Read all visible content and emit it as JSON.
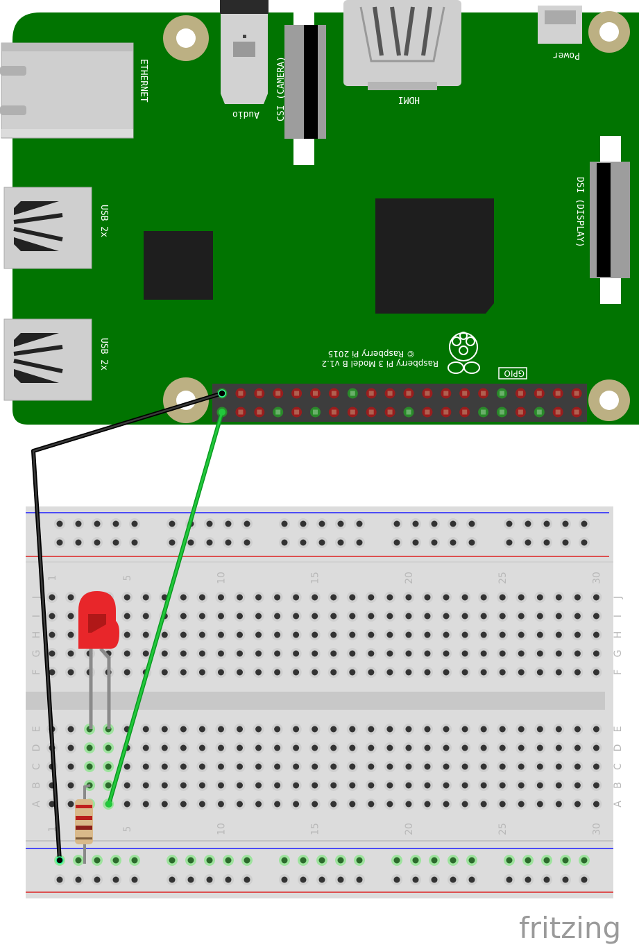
{
  "pi": {
    "model_line1": "Raspberry Pi 3 Model B v1.2",
    "model_line2": "© Raspberry Pi 2015",
    "labels": {
      "ethernet": "ETHERNET",
      "audio": "Audio",
      "csi": "CSI (CAMERA)",
      "hdmi": "HDMI",
      "power": "Power",
      "dsi": "DSI (DISPLAY)",
      "usb1": "USB 2x",
      "usb2": "USB 2x",
      "gpio": "GPIO"
    },
    "gpio_top_green": [
      0,
      7,
      15
    ],
    "gpio_bottom_green": [
      0,
      3,
      5,
      10,
      14,
      15,
      17
    ]
  },
  "breadboard": {
    "column_numbers": [
      "1",
      "5",
      "10",
      "15",
      "20",
      "25",
      "30"
    ],
    "rows_top": [
      "J",
      "I",
      "H",
      "G",
      "F"
    ],
    "rows_bottom": [
      "E",
      "D",
      "C",
      "B",
      "A"
    ]
  },
  "wires": [
    {
      "name": "ground-wire",
      "color": "#1a1a1a"
    },
    {
      "name": "signal-wire",
      "color": "#22c23a"
    }
  ],
  "components": {
    "led_color": "#e8262a",
    "resistor_body": "#d9b98a"
  },
  "brand": {
    "logo": "fritzing"
  }
}
